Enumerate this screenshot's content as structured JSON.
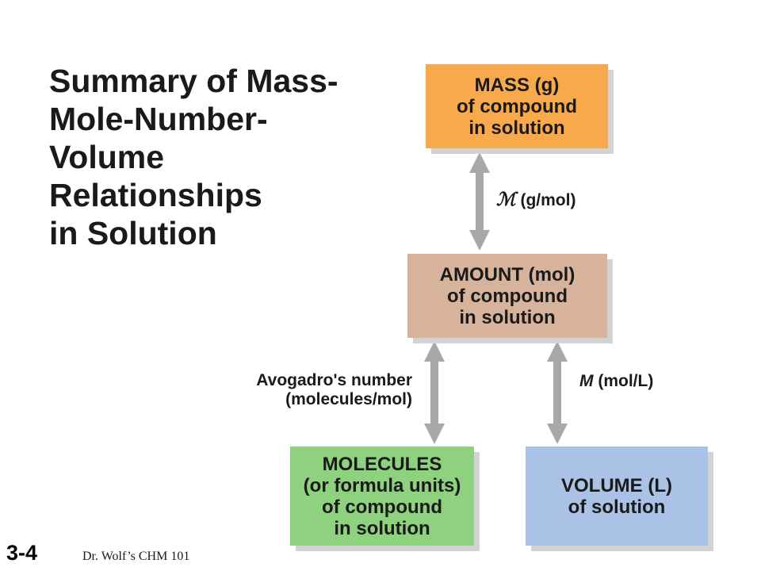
{
  "title": {
    "lines": [
      "Summary of Mass-",
      "Mole-Number-",
      "Volume",
      "Relationships",
      "in Solution"
    ]
  },
  "boxes": {
    "mass": {
      "lines": [
        "MASS (g)",
        "of compound",
        "in solution"
      ],
      "color": "#f7a94b"
    },
    "amount": {
      "lines": [
        "AMOUNT (mol)",
        "of compound",
        "in solution"
      ],
      "color": "#d8b39c"
    },
    "molecules": {
      "lines": [
        "MOLECULES",
        "(or formula units)",
        "of compound",
        "in solution"
      ],
      "color": "#8ed17f"
    },
    "volume": {
      "lines": [
        "VOLUME (L)",
        "of solution"
      ],
      "color": "#a9c2e5"
    }
  },
  "conversions": {
    "molar_mass": {
      "symbol": "ℳ",
      "unit": "(g/mol)"
    },
    "avogadro": {
      "lines": [
        "Avogadro's number",
        "(molecules/mol)"
      ]
    },
    "molarity": {
      "symbol": "M",
      "unit": "(mol/L)"
    }
  },
  "footer": {
    "slide_number": "3-4",
    "course": "Dr. Wolf’s CHM 101"
  },
  "arrow_color": "#a8a8a8"
}
